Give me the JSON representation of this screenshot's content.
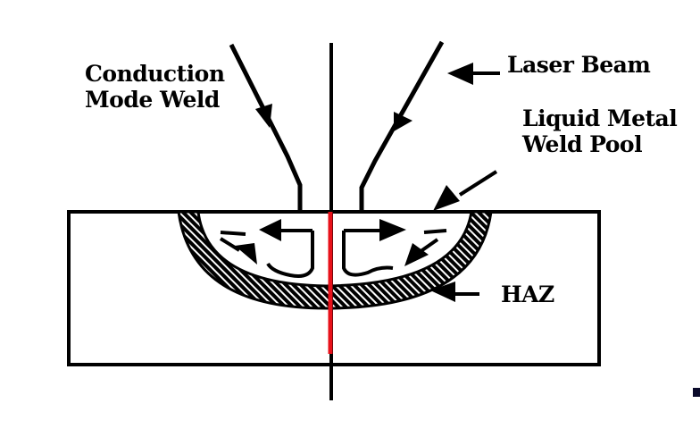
{
  "diagram": {
    "title": "Conduction Mode Weld",
    "labels": {
      "conduction_mode_line1": "Conduction",
      "conduction_mode_line2": "Mode Weld",
      "laser_beam": "Laser Beam",
      "weld_pool_line1": "Liquid Metal",
      "weld_pool_line2": "Weld Pool",
      "haz": "HAZ"
    },
    "colors": {
      "ink": "#000000",
      "centerline_highlight": "#e8111a",
      "background": "#ffffff",
      "corner_mark": "#0a0a2a"
    }
  }
}
